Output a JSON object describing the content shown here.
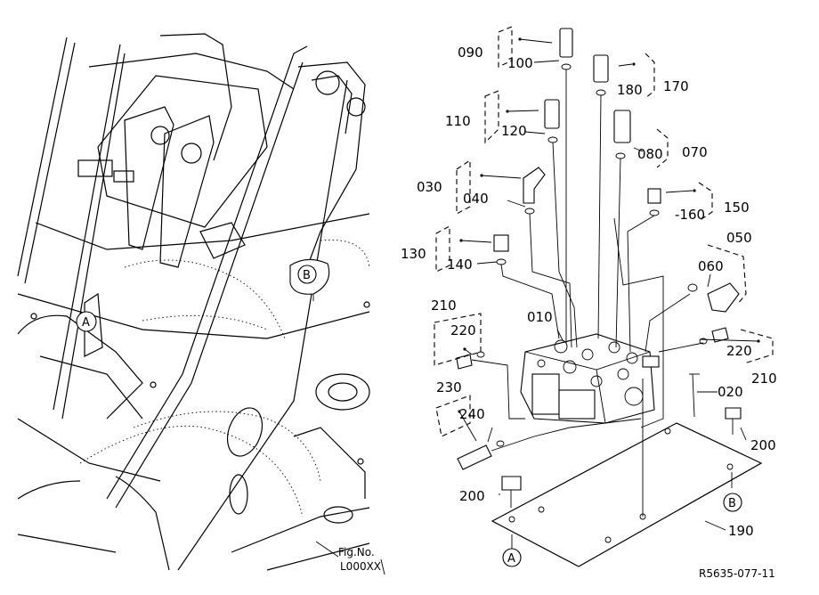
{
  "figure": {
    "figure_no_label": "Fig.No.",
    "figure_no_value": "L000XX",
    "ref_code": "R5635-077-11"
  },
  "callouts": {
    "a_left": "A",
    "b_left": "B",
    "a_right": "A",
    "b_right": "B"
  },
  "part_labels": [
    {
      "id": "090",
      "text": "090"
    },
    {
      "id": "100",
      "text": "100"
    },
    {
      "id": "180",
      "text": "180"
    },
    {
      "id": "170",
      "text": "170"
    },
    {
      "id": "110",
      "text": "110"
    },
    {
      "id": "120",
      "text": "120"
    },
    {
      "id": "080",
      "text": "080"
    },
    {
      "id": "070",
      "text": "070"
    },
    {
      "id": "030",
      "text": "030"
    },
    {
      "id": "040",
      "text": "040"
    },
    {
      "id": "160",
      "text": "-160"
    },
    {
      "id": "150",
      "text": "150"
    },
    {
      "id": "050",
      "text": "050"
    },
    {
      "id": "130",
      "text": "130"
    },
    {
      "id": "140",
      "text": "140"
    },
    {
      "id": "060",
      "text": "060"
    },
    {
      "id": "210a",
      "text": "210"
    },
    {
      "id": "220a",
      "text": "220"
    },
    {
      "id": "010",
      "text": "010"
    },
    {
      "id": "220b",
      "text": "220"
    },
    {
      "id": "210b",
      "text": "210"
    },
    {
      "id": "020",
      "text": "020"
    },
    {
      "id": "230",
      "text": "230"
    },
    {
      "id": "240",
      "text": "240"
    },
    {
      "id": "200a",
      "text": "200"
    },
    {
      "id": "200b",
      "text": "200"
    },
    {
      "id": "190",
      "text": "190"
    }
  ]
}
